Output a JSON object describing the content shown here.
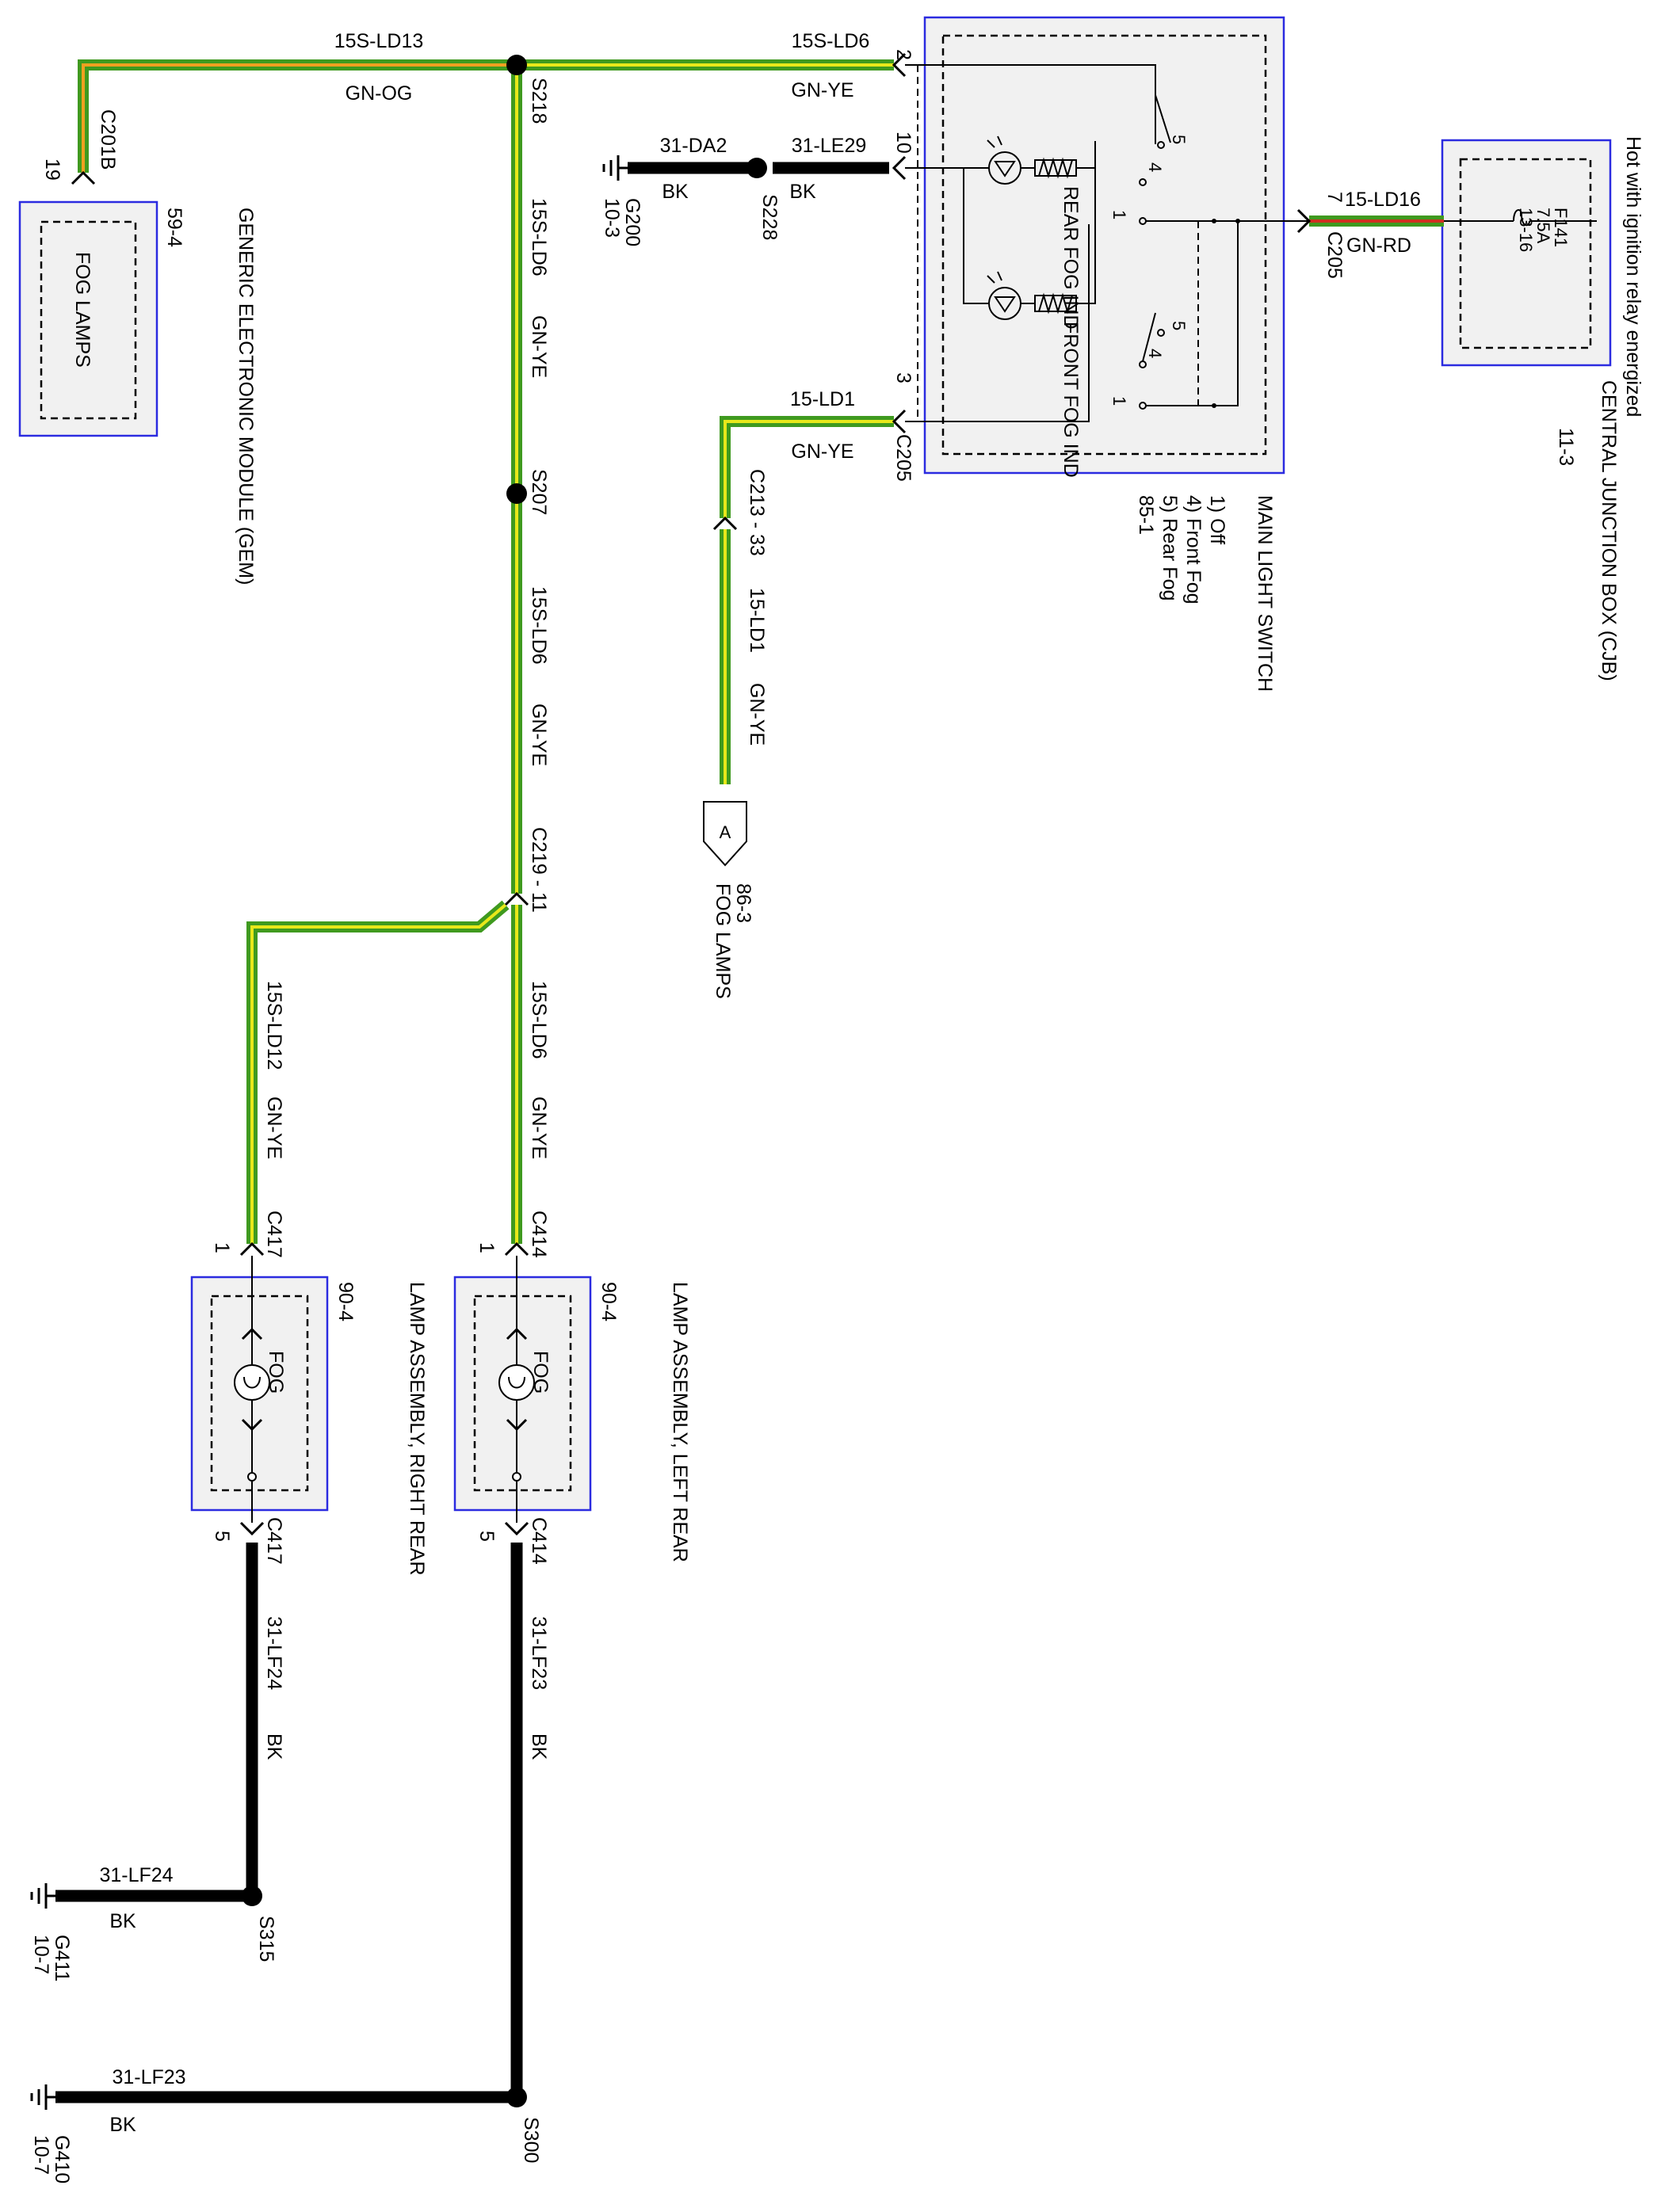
{
  "colors": {
    "green": "#3f9a1f",
    "yellow": "#e8e81a",
    "orange": "#f0a020",
    "red": "#d03020",
    "box_border": "#2b2be0",
    "box_fill": "#f1f1f1"
  },
  "header": {
    "note": "Hot with ignition relay energized"
  },
  "cjb": {
    "name": "CENTRAL JUNCTION BOX (CJB)",
    "page": "11-3",
    "fuse_id": "F141",
    "fuse_rating": "7.5A",
    "fuse_ref": "13-16"
  },
  "wire_15ld16": {
    "circuit": "15-LD16",
    "color": "GN-RD",
    "connector": "C205",
    "pin": "7"
  },
  "main_switch": {
    "name": "MAIN LIGHT SWITCH",
    "modes": [
      "1) Off",
      "4) Front Fog",
      "5) Rear Fog"
    ],
    "page": "85-1",
    "rear_ind": "REAR FOG IND",
    "front_ind": "FRONT FOG IND",
    "pins": {
      "p5a": "5",
      "p4a": "4",
      "p1a": "1",
      "p5b": "5",
      "p4b": "4",
      "p1b": "1"
    }
  },
  "wire_15sld6_top": {
    "circuit": "15S-LD6",
    "color": "GN-YE",
    "pin": "2"
  },
  "wire_31le29": {
    "circuit": "31-LE29",
    "color": "BK",
    "pin": "10"
  },
  "wire_31da2": {
    "circuit": "31-DA2",
    "color": "BK"
  },
  "g200": {
    "name": "G200",
    "page": "10-3"
  },
  "s228": {
    "name": "S228"
  },
  "wire_15ld1": {
    "circuit": "15-LD1",
    "color": "GN-YE",
    "pin": "3",
    "connector": "C205"
  },
  "c213": {
    "connector": "C213 - 33",
    "circuit": "15-LD1",
    "color": "GN-YE"
  },
  "offpage_a": {
    "letter": "A",
    "page": "86-3",
    "name": "FOG LAMPS"
  },
  "wire_15sld13": {
    "circuit": "15S-LD13",
    "color": "GN-OG"
  },
  "gem": {
    "name": "GENERIC ELECTRONIC MODULE (GEM)",
    "page": "59-4",
    "inner": "FOG LAMPS",
    "connector": "C201B",
    "pin": "19"
  },
  "s218": {
    "name": "S218"
  },
  "vertical_upper": {
    "circuit": "15S-LD6",
    "color": "GN-YE"
  },
  "s207": {
    "name": "S207"
  },
  "vertical_mid": {
    "circuit": "15S-LD6",
    "color": "GN-YE"
  },
  "c219": {
    "connector": "C219 - 11"
  },
  "branch_right_rear": {
    "circuit": "15S-LD12",
    "color": "GN-YE"
  },
  "branch_left_rear": {
    "circuit": "15S-LD6",
    "color": "GN-YE"
  },
  "lamp_rr": {
    "name": "LAMP ASSEMBLY, RIGHT REAR",
    "page": "90-4",
    "inner": "FOG",
    "conn_top": "C417",
    "pin_top": "1",
    "conn_bot": "C417",
    "pin_bot": "5"
  },
  "lamp_lr": {
    "name": "LAMP ASSEMBLY, LEFT REAR",
    "page": "90-4",
    "inner": "FOG",
    "conn_top": "C414",
    "pin_top": "1",
    "conn_bot": "C414",
    "pin_bot": "5"
  },
  "wire_31lf24_v": {
    "circuit": "31-LF24",
    "color": "BK"
  },
  "wire_31lf23_v": {
    "circuit": "31-LF23",
    "color": "BK"
  },
  "wire_31lf24_h": {
    "circuit": "31-LF24",
    "color": "BK"
  },
  "s315": {
    "name": "S315"
  },
  "g411": {
    "name": "G411",
    "page": "10-7"
  },
  "wire_31lf23_h": {
    "circuit": "31-LF23",
    "color": "BK"
  },
  "s300": {
    "name": "S300"
  },
  "g410": {
    "name": "G410",
    "page": "10-7"
  }
}
